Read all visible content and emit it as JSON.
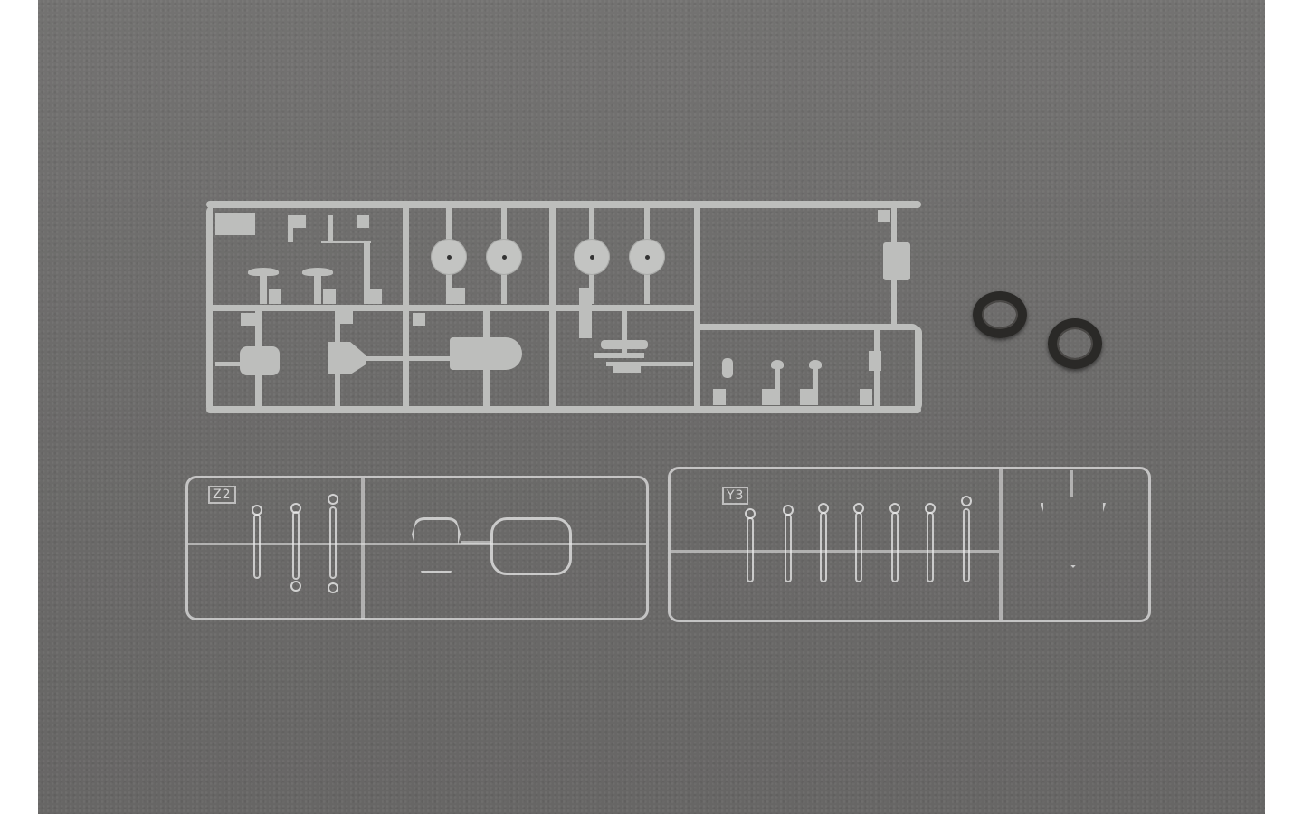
{
  "scene": {
    "description": "Plastic model kit sprues photographed on a gray felt background",
    "background_color": "#6e6d6c",
    "border_color": "#ffffff"
  },
  "gray_sprue": {
    "color": "#bdbebc",
    "parts": [
      "seats",
      "wheel-hubs",
      "engine-housing",
      "gun-assembly",
      "landing-gear-strut",
      "figures"
    ]
  },
  "tires": {
    "count": 2,
    "color": "#2a2927"
  },
  "clear_sprues": [
    {
      "label": "Z2",
      "parts": [
        "struts",
        "canopy-front",
        "canopy-rear"
      ]
    },
    {
      "label": "Y3",
      "parts": [
        "struts",
        "windscreen"
      ]
    }
  ]
}
